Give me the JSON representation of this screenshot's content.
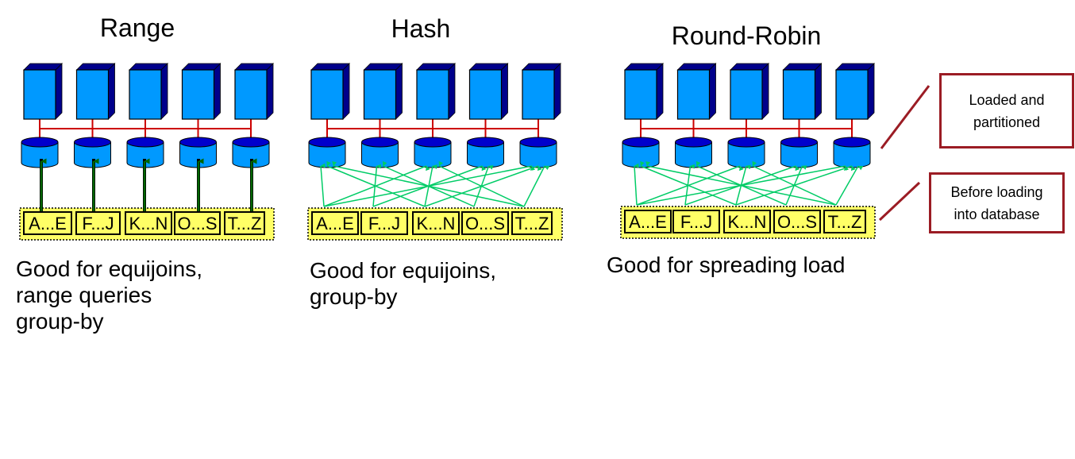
{
  "schemes": [
    {
      "id": "range",
      "title": "Range",
      "caption": "Good for equijoins,\nrange queries\ngroup-by",
      "partitions": [
        "A...E",
        "F...J",
        "K...N",
        "O...S",
        "T...Z"
      ]
    },
    {
      "id": "hash",
      "title": "Hash",
      "caption": "Good for equijoins,\ngroup-by",
      "partitions": [
        "A...E",
        "F...J",
        "K...N",
        "O...S",
        "T...Z"
      ]
    },
    {
      "id": "round-robin",
      "title": "Round-Robin",
      "caption": "Good for spreading load",
      "partitions": [
        "A...E",
        "F...J",
        "K...N",
        "O...S",
        "T...Z"
      ]
    }
  ],
  "callouts": {
    "loaded": "Loaded and\npartitioned",
    "before": "Before loading\ninto database"
  },
  "colors": {
    "server_front": "#0099ff",
    "server_side": "#00008b",
    "disk_top": "#0000cc",
    "disk_body": "#0099ff",
    "bus": "#cc0000",
    "partition_bar": "#ffff66",
    "range_arrow": "#006600",
    "hash_arrow": "#00cc66",
    "callout_border": "#9b1c24"
  }
}
